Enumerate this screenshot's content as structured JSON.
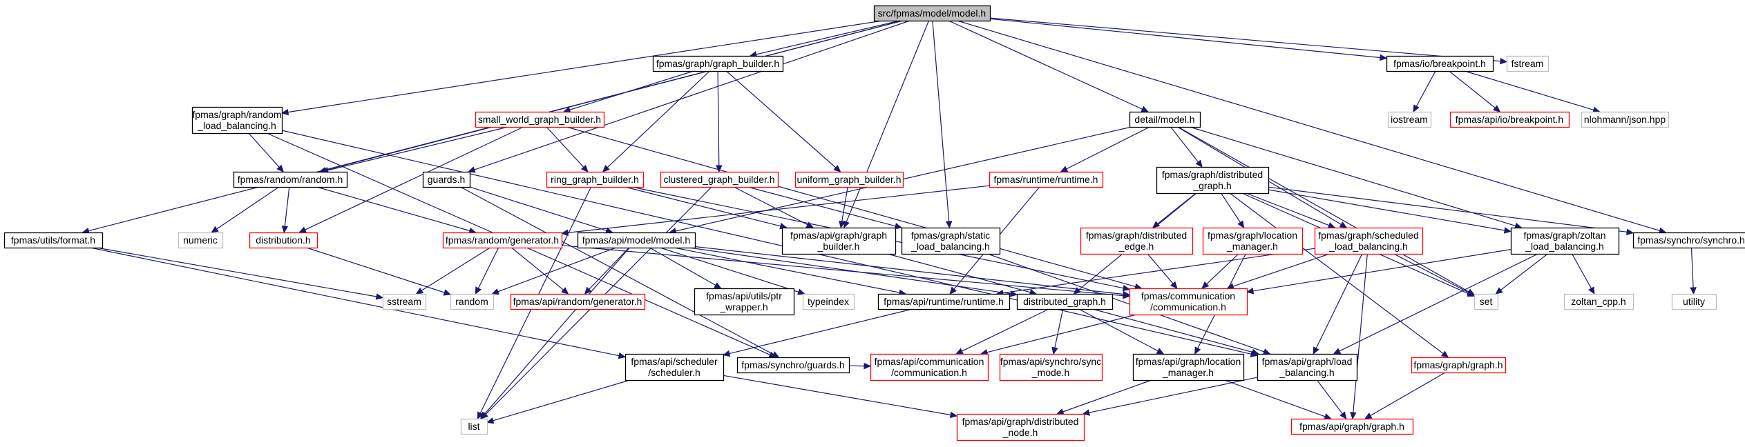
{
  "colors": {
    "edge": "#191970",
    "documented": "#000000",
    "undocumented": "#ff0000",
    "external": "#bfbfbf",
    "root_fill": "#bfbfbf"
  },
  "nodes": [
    {
      "id": "root",
      "label": [
        "src/fpmas/model/model.h"
      ],
      "style": "root"
    },
    {
      "id": "graph_builder",
      "label": [
        "fpmas/graph/graph_builder.h"
      ],
      "style": "black"
    },
    {
      "id": "io_breakpoint",
      "label": [
        "fpmas/io/breakpoint.h"
      ],
      "style": "black"
    },
    {
      "id": "fstream",
      "label": [
        "fstream"
      ],
      "style": "gray"
    },
    {
      "id": "random_lb",
      "label": [
        "fpmas/graph/random",
        "_load_balancing.h"
      ],
      "style": "black"
    },
    {
      "id": "small_world",
      "label": [
        "small_world_graph_builder.h"
      ],
      "style": "red"
    },
    {
      "id": "detail_model",
      "label": [
        "detail/model.h"
      ],
      "style": "black"
    },
    {
      "id": "iostream",
      "label": [
        "iostream"
      ],
      "style": "gray"
    },
    {
      "id": "api_io_breakpoint",
      "label": [
        "fpmas/api/io/breakpoint.h"
      ],
      "style": "red"
    },
    {
      "id": "json",
      "label": [
        "nlohmann/json.hpp"
      ],
      "style": "gray"
    },
    {
      "id": "random_random",
      "label": [
        "fpmas/random/random.h"
      ],
      "style": "black"
    },
    {
      "id": "guards",
      "label": [
        "guards.h"
      ],
      "style": "black"
    },
    {
      "id": "ring",
      "label": [
        "ring_graph_builder.h"
      ],
      "style": "red"
    },
    {
      "id": "clustered",
      "label": [
        "clustered_graph_builder.h"
      ],
      "style": "red"
    },
    {
      "id": "uniform",
      "label": [
        "uniform_graph_builder.h"
      ],
      "style": "red"
    },
    {
      "id": "runtime_runtime",
      "label": [
        "fpmas/runtime/runtime.h"
      ],
      "style": "red"
    },
    {
      "id": "graph_distributed",
      "label": [
        "fpmas/graph/distributed",
        "_graph.h"
      ],
      "style": "black"
    },
    {
      "id": "utils_format",
      "label": [
        "fpmas/utils/format.h"
      ],
      "style": "black"
    },
    {
      "id": "numeric",
      "label": [
        "numeric"
      ],
      "style": "gray"
    },
    {
      "id": "distribution",
      "label": [
        "distribution.h"
      ],
      "style": "red"
    },
    {
      "id": "random_generator",
      "label": [
        "fpmas/random/generator.h"
      ],
      "style": "red"
    },
    {
      "id": "api_model",
      "label": [
        "fpmas/api/model/model.h"
      ],
      "style": "black"
    },
    {
      "id": "api_graph_builder",
      "label": [
        "fpmas/api/graph/graph",
        "_builder.h"
      ],
      "style": "black"
    },
    {
      "id": "static_lb",
      "label": [
        "fpmas/graph/static",
        "_load_balancing.h"
      ],
      "style": "black"
    },
    {
      "id": "dist_edge",
      "label": [
        "fpmas/graph/distributed",
        "_edge.h"
      ],
      "style": "red"
    },
    {
      "id": "loc_manager",
      "label": [
        "fpmas/graph/location",
        "_manager.h"
      ],
      "style": "red"
    },
    {
      "id": "sched_lb",
      "label": [
        "fpmas/graph/scheduled",
        "_load_balancing.h"
      ],
      "style": "red"
    },
    {
      "id": "zoltan_lb",
      "label": [
        "fpmas/graph/zoltan",
        "_load_balancing.h"
      ],
      "style": "black"
    },
    {
      "id": "synchro",
      "label": [
        "fpmas/synchro/synchro.h"
      ],
      "style": "black"
    },
    {
      "id": "sstream",
      "label": [
        "sstream"
      ],
      "style": "gray"
    },
    {
      "id": "random",
      "label": [
        "random"
      ],
      "style": "gray"
    },
    {
      "id": "api_random_gen",
      "label": [
        "fpmas/api/random/generator.h"
      ],
      "style": "red"
    },
    {
      "id": "ptr_wrapper",
      "label": [
        "fpmas/api/utils/ptr",
        "_wrapper.h"
      ],
      "style": "black"
    },
    {
      "id": "typeindex",
      "label": [
        "typeindex"
      ],
      "style": "gray"
    },
    {
      "id": "api_runtime",
      "label": [
        "fpmas/api/runtime/runtime.h"
      ],
      "style": "black"
    },
    {
      "id": "distributed_graph",
      "label": [
        "distributed_graph.h"
      ],
      "style": "black"
    },
    {
      "id": "communication",
      "label": [
        "fpmas/communication",
        "/communication.h"
      ],
      "style": "red"
    },
    {
      "id": "set",
      "label": [
        "set"
      ],
      "style": "gray"
    },
    {
      "id": "zoltan_cpp",
      "label": [
        "zoltan_cpp.h"
      ],
      "style": "gray"
    },
    {
      "id": "utility",
      "label": [
        "utility"
      ],
      "style": "gray"
    },
    {
      "id": "scheduler",
      "label": [
        "fpmas/api/scheduler",
        "/scheduler.h"
      ],
      "style": "black"
    },
    {
      "id": "synchro_guards",
      "label": [
        "fpmas/synchro/guards.h"
      ],
      "style": "black"
    },
    {
      "id": "api_comm",
      "label": [
        "fpmas/api/communication",
        "/communication.h"
      ],
      "style": "red"
    },
    {
      "id": "sync_mode",
      "label": [
        "fpmas/api/synchro/sync",
        "_mode.h"
      ],
      "style": "red"
    },
    {
      "id": "api_loc_manager",
      "label": [
        "fpmas/api/graph/location",
        "_manager.h"
      ],
      "style": "black"
    },
    {
      "id": "api_load_balancing",
      "label": [
        "fpmas/api/graph/load",
        "_balancing.h"
      ],
      "style": "black"
    },
    {
      "id": "graph_graph",
      "label": [
        "fpmas/graph/graph.h"
      ],
      "style": "red"
    },
    {
      "id": "list",
      "label": [
        "list"
      ],
      "style": "gray"
    },
    {
      "id": "dist_node",
      "label": [
        "fpmas/api/graph/distributed",
        "_node.h"
      ],
      "style": "red"
    },
    {
      "id": "api_graph_graph",
      "label": [
        "fpmas/api/graph/graph.h"
      ],
      "style": "red"
    }
  ],
  "edges": [
    [
      "root",
      "graph_builder"
    ],
    [
      "root",
      "io_breakpoint"
    ],
    [
      "root",
      "fstream"
    ],
    [
      "root",
      "random_lb"
    ],
    [
      "root",
      "detail_model"
    ],
    [
      "root",
      "random_random"
    ],
    [
      "root",
      "guards"
    ],
    [
      "root",
      "utils_format"
    ],
    [
      "root",
      "api_graph_builder"
    ],
    [
      "root",
      "static_lb"
    ],
    [
      "root",
      "synchro"
    ],
    [
      "graph_builder",
      "small_world"
    ],
    [
      "graph_builder",
      "ring"
    ],
    [
      "graph_builder",
      "clustered"
    ],
    [
      "graph_builder",
      "uniform"
    ],
    [
      "io_breakpoint",
      "iostream"
    ],
    [
      "io_breakpoint",
      "api_io_breakpoint"
    ],
    [
      "io_breakpoint",
      "json"
    ],
    [
      "random_lb",
      "random_random"
    ],
    [
      "random_lb",
      "api_load_balancing"
    ],
    [
      "random_lb",
      "synchro_guards"
    ],
    [
      "small_world",
      "random_random"
    ],
    [
      "small_world",
      "ring"
    ],
    [
      "small_world",
      "distribution"
    ],
    [
      "small_world",
      "communication"
    ],
    [
      "detail_model",
      "runtime_runtime"
    ],
    [
      "detail_model",
      "graph_distributed"
    ],
    [
      "detail_model",
      "sched_lb"
    ],
    [
      "detail_model",
      "zoltan_lb"
    ],
    [
      "detail_model",
      "api_model"
    ],
    [
      "detail_model",
      "set"
    ],
    [
      "random_random",
      "numeric"
    ],
    [
      "random_random",
      "distribution"
    ],
    [
      "random_random",
      "random_generator"
    ],
    [
      "guards",
      "api_model"
    ],
    [
      "guards",
      "synchro_guards"
    ],
    [
      "ring",
      "api_graph_builder"
    ],
    [
      "ring",
      "list"
    ],
    [
      "ring",
      "communication"
    ],
    [
      "clustered",
      "api_graph_builder"
    ],
    [
      "clustered",
      "static_lb"
    ],
    [
      "clustered",
      "list"
    ],
    [
      "uniform",
      "api_graph_builder"
    ],
    [
      "runtime_runtime",
      "random_generator"
    ],
    [
      "runtime_runtime",
      "api_runtime"
    ],
    [
      "graph_distributed",
      "dist_edge"
    ],
    [
      "graph_distributed",
      "loc_manager"
    ],
    [
      "graph_distributed",
      "sched_lb"
    ],
    [
      "graph_distributed",
      "zoltan_lb"
    ],
    [
      "graph_distributed",
      "synchro"
    ],
    [
      "graph_distributed",
      "distributed_graph"
    ],
    [
      "graph_distributed",
      "set"
    ],
    [
      "graph_distributed",
      "graph_graph"
    ],
    [
      "utils_format",
      "sstream"
    ],
    [
      "utils_format",
      "scheduler"
    ],
    [
      "distribution",
      "random"
    ],
    [
      "random_generator",
      "sstream"
    ],
    [
      "random_generator",
      "random"
    ],
    [
      "random_generator",
      "api_random_gen"
    ],
    [
      "random_generator",
      "communication"
    ],
    [
      "api_model",
      "random"
    ],
    [
      "api_model",
      "api_random_gen"
    ],
    [
      "api_model",
      "ptr_wrapper"
    ],
    [
      "api_model",
      "typeindex"
    ],
    [
      "api_model",
      "api_runtime"
    ],
    [
      "api_model",
      "distributed_graph"
    ],
    [
      "api_model",
      "communication"
    ],
    [
      "api_model",
      "list"
    ],
    [
      "api_graph_builder",
      "distributed_graph"
    ],
    [
      "static_lb",
      "api_load_balancing"
    ],
    [
      "dist_edge",
      "communication"
    ],
    [
      "loc_manager",
      "communication"
    ],
    [
      "loc_manager",
      "api_loc_manager"
    ],
    [
      "sched_lb",
      "api_runtime"
    ],
    [
      "sched_lb",
      "communication"
    ],
    [
      "sched_lb",
      "set"
    ],
    [
      "sched_lb",
      "api_load_balancing"
    ],
    [
      "sched_lb",
      "api_graph_graph"
    ],
    [
      "zoltan_lb",
      "communication"
    ],
    [
      "zoltan_lb",
      "set"
    ],
    [
      "zoltan_lb",
      "zoltan_cpp"
    ],
    [
      "zoltan_lb",
      "api_load_balancing"
    ],
    [
      "synchro",
      "utility"
    ],
    [
      "api_runtime",
      "scheduler"
    ],
    [
      "distributed_graph",
      "api_comm"
    ],
    [
      "distributed_graph",
      "sync_mode"
    ],
    [
      "distributed_graph",
      "api_loc_manager"
    ],
    [
      "distributed_graph",
      "api_load_balancing"
    ],
    [
      "communication",
      "api_comm"
    ],
    [
      "scheduler",
      "list"
    ],
    [
      "scheduler",
      "dist_node"
    ],
    [
      "synchro_guards",
      "api_comm"
    ],
    [
      "api_loc_manager",
      "dist_node"
    ],
    [
      "api_loc_manager",
      "api_graph_graph"
    ],
    [
      "api_load_balancing",
      "dist_node"
    ],
    [
      "api_load_balancing",
      "api_graph_graph"
    ],
    [
      "graph_graph",
      "api_graph_graph"
    ]
  ]
}
